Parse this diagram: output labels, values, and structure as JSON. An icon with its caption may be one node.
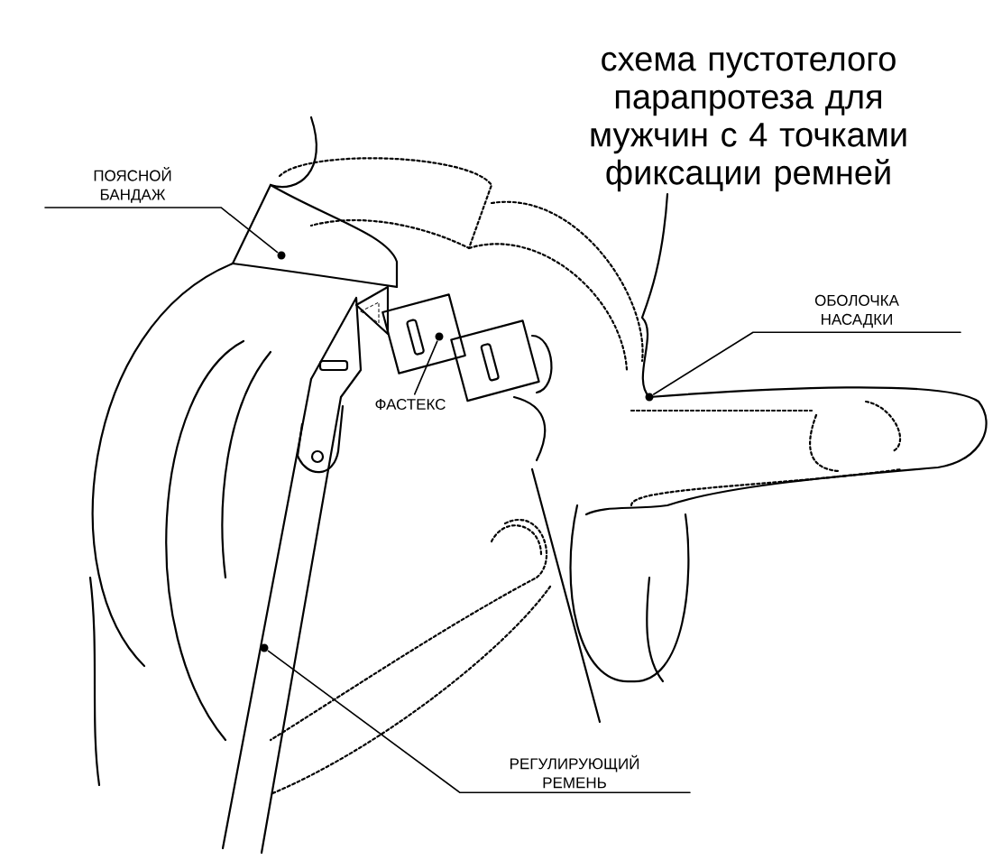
{
  "diagram": {
    "title": "схема пустотелого парапротеза для мужчин с 4 точками фиксации ремней",
    "nodes": [
      {
        "text": [
          "ПОЯСНОЙ БАНДАЖ"
        ]
      },
      {
        "text": [],
        "shape": "circle"
      },
      {
        "text": [
          "ФАСТЕКС"
        ]
      },
      {
        "text": [],
        "shape": "circle"
      },
      {
        "text": [
          "ОБОЛОЧКА НАСАДКИ"
        ]
      },
      {
        "text": [],
        "shape": "circle"
      },
      {
        "text": [
          "РЕГУЛИРУЮЩИЙ РЕМЕНЬ"
        ]
      },
      {
        "text": [],
        "shape": "circle"
      }
    ],
    "edges": [
      {
        "from": 0,
        "to": 1,
        "arrow": "none"
      },
      {
        "from": 2,
        "to": 3,
        "arrow": "none"
      },
      {
        "from": 4,
        "to": 5,
        "arrow": "none"
      },
      {
        "from": 6,
        "to": 7,
        "arrow": "none"
      }
    ]
  }
}
